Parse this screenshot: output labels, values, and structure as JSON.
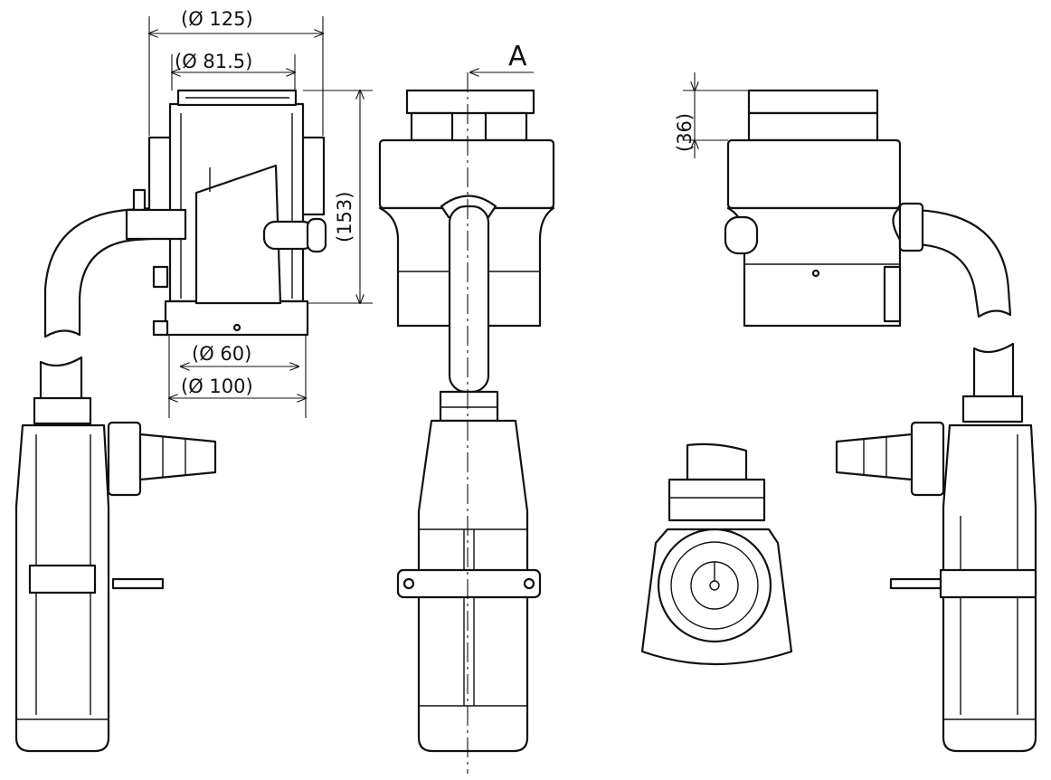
{
  "drawing": {
    "dimensions": {
      "outer_diameter": "(Ø 125)",
      "inner_diameter": "(Ø 81.5)",
      "height": "(153)",
      "outlet_diameter": "(Ø 60)",
      "base_diameter": "(Ø 100)",
      "rim_height": "(36)"
    },
    "section_marker": "A",
    "line_color": "#111111",
    "background_color": "#ffffff"
  }
}
